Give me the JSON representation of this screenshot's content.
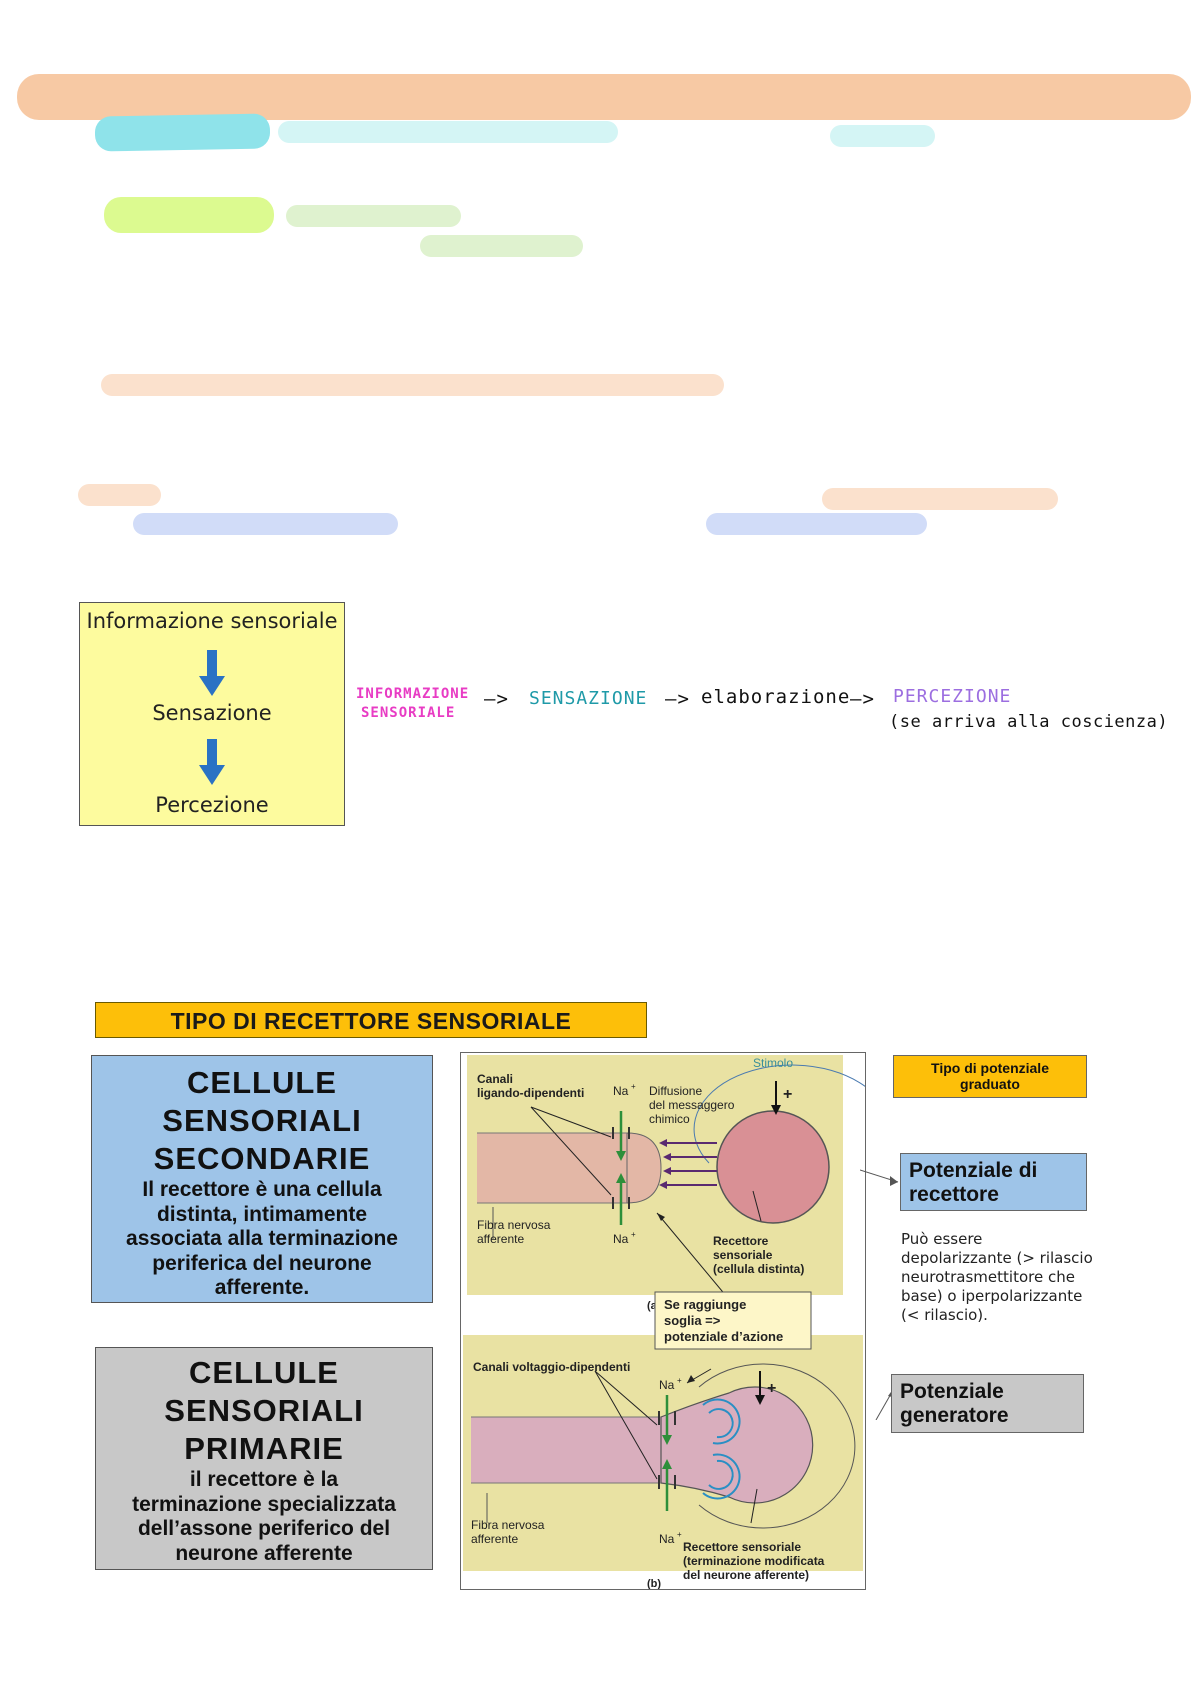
{
  "highlights": [
    {
      "name": "top-bar",
      "color": "#f7c9a4"
    },
    {
      "name": "cyan-mark-1",
      "color": "#8fe3ea"
    },
    {
      "name": "cyan-mark-2",
      "color": "#d4f5f5"
    },
    {
      "name": "cyan-mark-3",
      "color": "#d4f5f5"
    },
    {
      "name": "green-mark-1",
      "color": "#dcfa90"
    },
    {
      "name": "green-mark-2",
      "color": "#dff2cf"
    },
    {
      "name": "green-mark-3",
      "color": "#dff2cf"
    },
    {
      "name": "peach-mark-1",
      "color": "#fbe1cd"
    },
    {
      "name": "peach-mark-2",
      "color": "#fbe1cd"
    },
    {
      "name": "peach-mark-3",
      "color": "#fbe1cd"
    },
    {
      "name": "blue-mark-1",
      "color": "#d1dcf8"
    },
    {
      "name": "blue-mark-2",
      "color": "#d1dcf8"
    }
  ],
  "flow_box": {
    "step1": "Informazione sensoriale",
    "step2": "Sensazione",
    "step3": "Percezione",
    "arrow_color": "#2a72c4"
  },
  "handwritten": {
    "info_line1": "INFORMAZIONE",
    "info_line2": "SENSORIALE",
    "sensazione": "SENSAZIONE",
    "elaborazione": "elaborazione",
    "percezione": "PERCEZIONE",
    "note": "(se arriva alla coscienza)",
    "arrow": "—>",
    "colors": {
      "pink": "#e83cc4",
      "teal": "#1f9aa8",
      "black": "#111111",
      "purple": "#9c6ee0"
    }
  },
  "section_title": "TIPO DI RECETTORE SENSORIALE",
  "secondary_cells": {
    "line1": "CELLULE",
    "line2": "SENSORIALI",
    "line3": "SECONDARIE",
    "desc_lines": [
      "Il recettore è una cellula",
      "distinta, intimamente",
      "associata alla terminazione",
      "periferica del neurone",
      "afferente."
    ]
  },
  "primary_cells": {
    "line1": "CELLULE",
    "line2": "SENSORIALI",
    "line3": "PRIMARIE",
    "desc_lines": [
      "il recettore è la",
      "terminazione specializzata",
      "dell’assone periferico del",
      "neurone afferente"
    ]
  },
  "diagram": {
    "stimolo": "Stimolo",
    "canali_ligando": [
      "Canali",
      "ligando-dipendenti"
    ],
    "na": "Na",
    "plus": "+",
    "sup_plus": "+",
    "diffusione": [
      "Diffusione",
      "del messaggero",
      "chimico"
    ],
    "fibra": [
      "Fibra nervosa",
      "afferente"
    ],
    "recettore_a": [
      "Recettore",
      "sensoriale",
      "(cellula distinta)"
    ],
    "label_a": "(a)",
    "label_b": "(b)",
    "soglia": [
      "Se raggiunge",
      "soglia =>",
      "potenziale d’azione"
    ],
    "canali_voltaggio": "Canali voltaggio-dipendenti",
    "recettore_b": [
      "Recettore sensoriale",
      "(terminazione modificata",
      "del neurone afferente)"
    ]
  },
  "tipo_potenziale": [
    "Tipo di potenziale",
    "graduato"
  ],
  "potenziale_recettore": [
    "Potenziale di",
    "recettore"
  ],
  "potenziale_desc": [
    "Può essere",
    "depolarizzante (> rilascio",
    "neurotrasmettitore che",
    "base)  o iperpolarizzante",
    "(< rilascio)."
  ],
  "potenziale_generatore": [
    "Potenziale",
    "generatore"
  ]
}
